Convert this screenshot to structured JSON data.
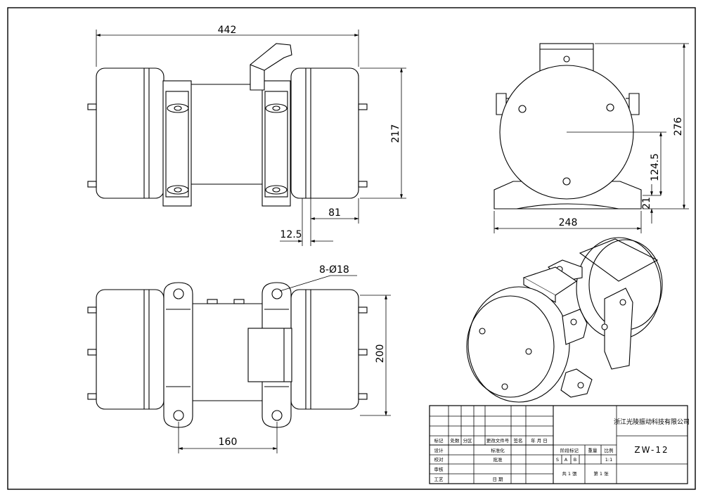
{
  "dimensions": {
    "front_length": "442",
    "front_height": "217",
    "offset_81": "81",
    "offset_12_5": "12.5",
    "side_height": "276",
    "center_height": "124.5",
    "foot_height": "21",
    "side_width": "248",
    "hole_spec": "8-Ø18",
    "top_width": "200",
    "top_spacing": "160"
  },
  "title_block": {
    "company": "浙江光陵振动科技有限公司",
    "drawing_no": "ZW-12",
    "h_mark": "标记",
    "h_count": "处数",
    "h_zone": "分区",
    "h_doc": "更改文件号",
    "h_sign": "签名",
    "h_date": "年 月 日",
    "r_design": "设计",
    "r_standard": "标准化",
    "r_check": "校对",
    "r_approve_label": "批准",
    "r_review": "审核",
    "r_process": "工艺",
    "r_date": "日 期",
    "stage_label": "阶段标记",
    "weight_label": "重量",
    "scale_label": "比例",
    "stage_s": "S",
    "stage_a": "A",
    "stage_b": "B",
    "scale_value": "1:1",
    "sheets": "共 1 張",
    "sheet_no": "第 1 张"
  }
}
